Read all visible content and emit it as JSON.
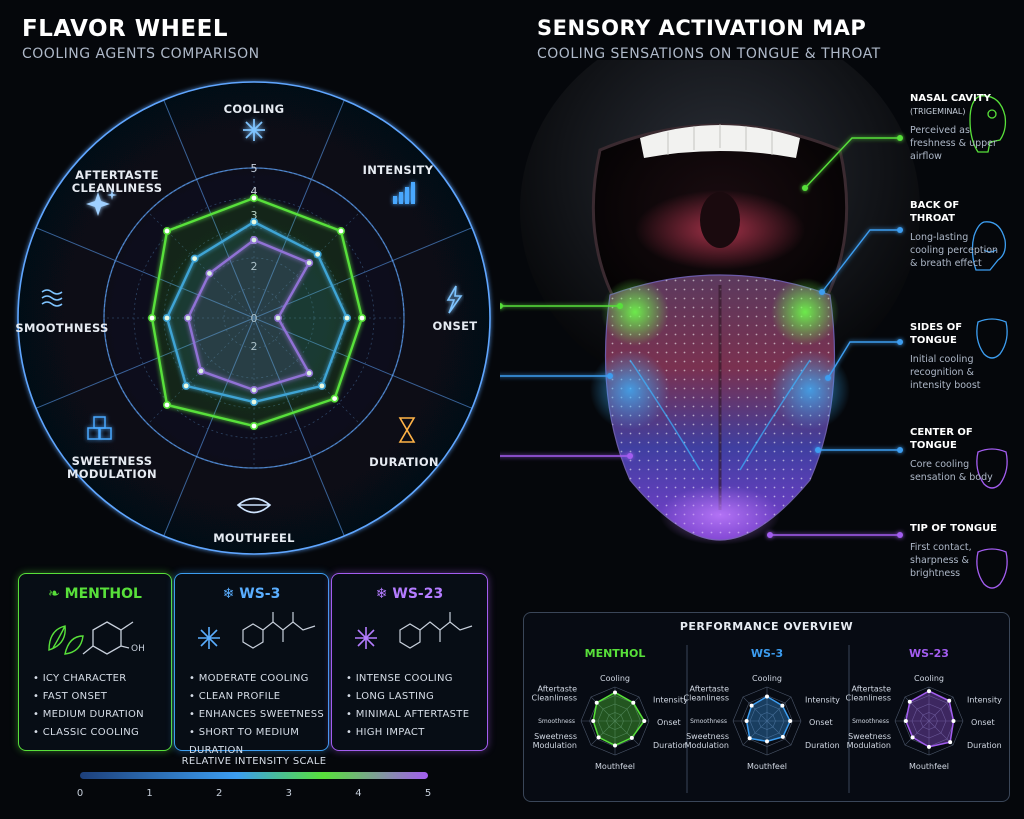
{
  "left": {
    "title": "FLAVOR WHEEL",
    "subtitle": "COOLING AGENTS COMPARISON"
  },
  "right": {
    "title": "SENSORY ACTIVATION MAP",
    "subtitle": "COOLING SENSATIONS ON TONGUE & THROAT"
  },
  "wheel": {
    "axes": [
      "COOLING",
      "INTENSITY",
      "ONSET",
      "DURATION",
      "MOUTHFEEL",
      "SWEETNESS MODULATION",
      "SMOOTHNESS",
      "AFTERTASTE CLEANLINESS"
    ],
    "ticks": [
      "5",
      "4",
      "3",
      "2",
      "2",
      "0",
      "2"
    ]
  },
  "chart_data": {
    "type": "radar",
    "axes": [
      "Cooling",
      "Intensity",
      "Onset",
      "Duration",
      "Mouthfeel",
      "Sweetness Modulation",
      "Smoothness",
      "Aftertaste Cleanliness"
    ],
    "range": [
      0,
      5
    ],
    "series": [
      {
        "name": "MENTHOL",
        "color": "#58e03a",
        "values": [
          4.0,
          4.1,
          3.6,
          3.8,
          3.6,
          4.1,
          3.4,
          4.1
        ]
      },
      {
        "name": "WS-3",
        "color": "#3c9df0",
        "values": [
          3.2,
          3.0,
          3.1,
          3.2,
          2.8,
          3.2,
          2.9,
          2.8
        ]
      },
      {
        "name": "WS-23",
        "color": "#a35df0",
        "values": [
          2.6,
          2.6,
          0.8,
          2.6,
          2.4,
          2.5,
          2.2,
          2.1
        ]
      }
    ]
  },
  "cards": [
    {
      "name": "MENTHOL",
      "color": "#58e03a",
      "items": [
        "ICY CHARACTER",
        "FAST ONSET",
        "MEDIUM DURATION",
        "CLASSIC COOLING"
      ]
    },
    {
      "name": "WS-3",
      "color": "#3c9df0",
      "items": [
        "MODERATE COOLING",
        "CLEAN PROFILE",
        "ENHANCES SWEETNESS",
        "SHORT TO MEDIUM DURATION"
      ]
    },
    {
      "name": "WS-23",
      "color": "#a35df0",
      "items": [
        "INTENSE COOLING",
        "LONG LASTING",
        "MINIMAL AFTERTASTE",
        "HIGH IMPACT"
      ]
    }
  ],
  "chem_oh": "OH",
  "scale": {
    "title": "RELATIVE INTENSITY SCALE",
    "labels": [
      "0",
      "1",
      "2",
      "3",
      "4",
      "5"
    ]
  },
  "zones": [
    {
      "title": "NASAL CAVITY",
      "subtitle": "(TRIGEMINAL)",
      "desc": "Perceived as freshness & upper airflow",
      "color": "#58e03a"
    },
    {
      "title": "BACK OF THROAT",
      "subtitle": "",
      "desc": "Long-lasting cooling perception & breath effect",
      "color": "#3c9df0"
    },
    {
      "title": "SIDES OF TONGUE",
      "subtitle": "",
      "desc": "Initial cooling recognition & intensity boost",
      "color": "#3c9df0"
    },
    {
      "title": "CENTER OF TONGUE",
      "subtitle": "",
      "desc": "Core cooling sensation & body",
      "color": "#3c9df0"
    },
    {
      "title": "TIP OF TONGUE",
      "subtitle": "",
      "desc": "First contact, sharpness & brightness",
      "color": "#a35df0"
    }
  ],
  "performance": {
    "title": "PERFORMANCE OVERVIEW",
    "labels": [
      "Cooling",
      "Intensity",
      "Onset",
      "Duration",
      "Mouthfeel",
      "Sweetness Modulation",
      "Smoothness",
      "Aftertaste Cleanliness"
    ],
    "panels": [
      {
        "name": "MENTHOL",
        "color": "#58e03a",
        "values": [
          4.2,
          3.8,
          4.3,
          3.5,
          3.6,
          3.4,
          3.2,
          3.8
        ]
      },
      {
        "name": "WS-3",
        "color": "#3c9df0",
        "values": [
          3.6,
          3.2,
          3.4,
          3.3,
          3.0,
          3.6,
          3.0,
          3.2
        ]
      },
      {
        "name": "WS-23",
        "color": "#a35df0",
        "values": [
          4.4,
          4.2,
          3.6,
          4.4,
          3.8,
          3.4,
          3.4,
          4.0
        ]
      }
    ]
  }
}
